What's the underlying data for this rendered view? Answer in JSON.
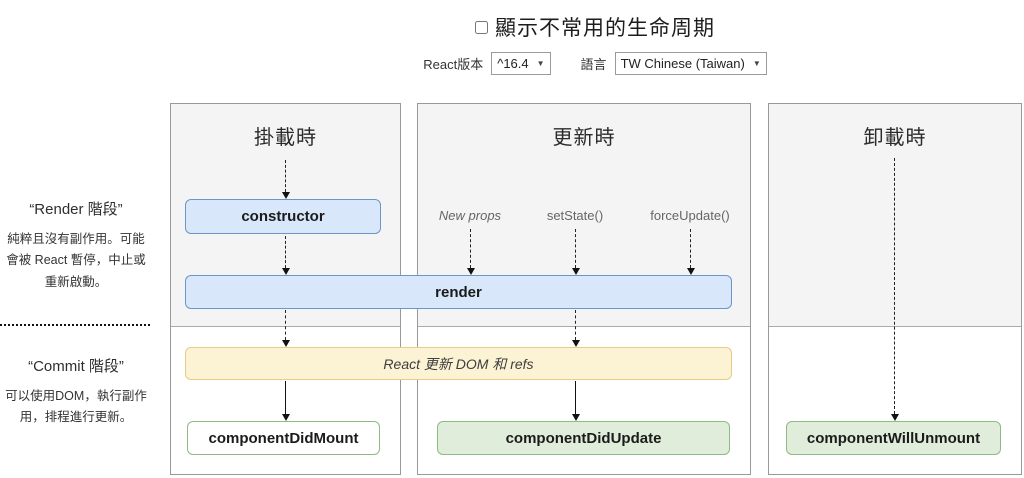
{
  "header": {
    "show_less_common_label": "顯示不常用的生命周期",
    "react_version_label": "React版本",
    "react_version_value": "^16.4",
    "language_label": "語言",
    "language_value": "TW Chinese (Taiwan)"
  },
  "sidebar": {
    "render_phase": {
      "title": "“Render 階段”",
      "description": "純粹且沒有副作用。可能會被 React 暫停，中止或重新啟動。"
    },
    "commit_phase": {
      "title": "“Commit 階段”",
      "description": "可以使用DOM，執行副作用，排程進行更新。"
    }
  },
  "columns": {
    "mounting": {
      "title": "掛載時",
      "constructor_label": "constructor",
      "did_mount_label": "componentDidMount"
    },
    "updating": {
      "title": "更新時",
      "triggers": [
        "New props",
        "setState()",
        "forceUpdate()"
      ],
      "did_update_label": "componentDidUpdate"
    },
    "unmounting": {
      "title": "卸載時",
      "will_unmount_label": "componentWillUnmount"
    }
  },
  "shared": {
    "render_label": "render",
    "react_updates_label": "React 更新 DOM 和 refs"
  },
  "colors": {
    "lifecycle_blue_bg": "#d9e7fb",
    "lifecycle_blue_border": "#6c96c8",
    "dom_update_yellow_bg": "#fcf3d5",
    "dom_update_yellow_border": "#e6cc84",
    "lifecycle_green_bg": "#e0eddb",
    "lifecycle_green_border": "#8fba84",
    "phase_top_gray": "#f4f4f4",
    "column_border": "#999999"
  }
}
